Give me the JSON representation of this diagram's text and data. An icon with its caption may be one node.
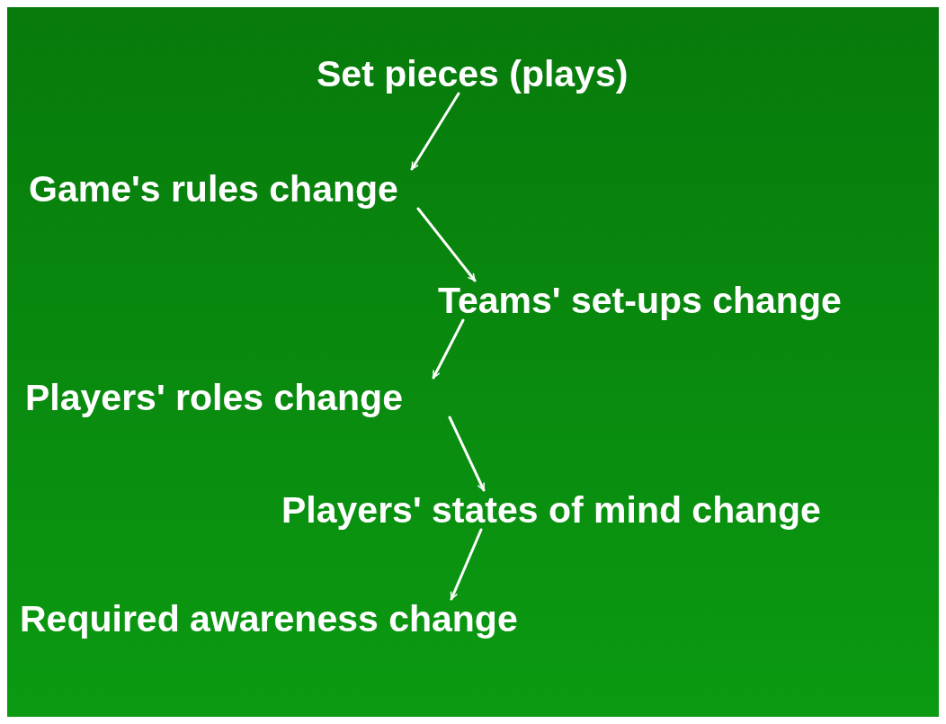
{
  "diagram": {
    "nodes": [
      {
        "text": [
          "Set pieces (plays)"
        ]
      },
      {
        "text": [
          "Game's rules change"
        ]
      },
      {
        "text": [
          "Teams' set-ups change"
        ]
      },
      {
        "text": [
          "Players' roles change"
        ]
      },
      {
        "text": [
          "Players' states of mind change"
        ]
      },
      {
        "text": [
          "Required awareness change"
        ]
      }
    ],
    "edges": [
      {
        "from": 0,
        "to": 1,
        "arrow": "to"
      },
      {
        "from": 1,
        "to": 2,
        "arrow": "to"
      },
      {
        "from": 2,
        "to": 3,
        "arrow": "to"
      },
      {
        "from": 3,
        "to": 4,
        "arrow": "to"
      },
      {
        "from": 4,
        "to": 5,
        "arrow": "to"
      }
    ]
  }
}
